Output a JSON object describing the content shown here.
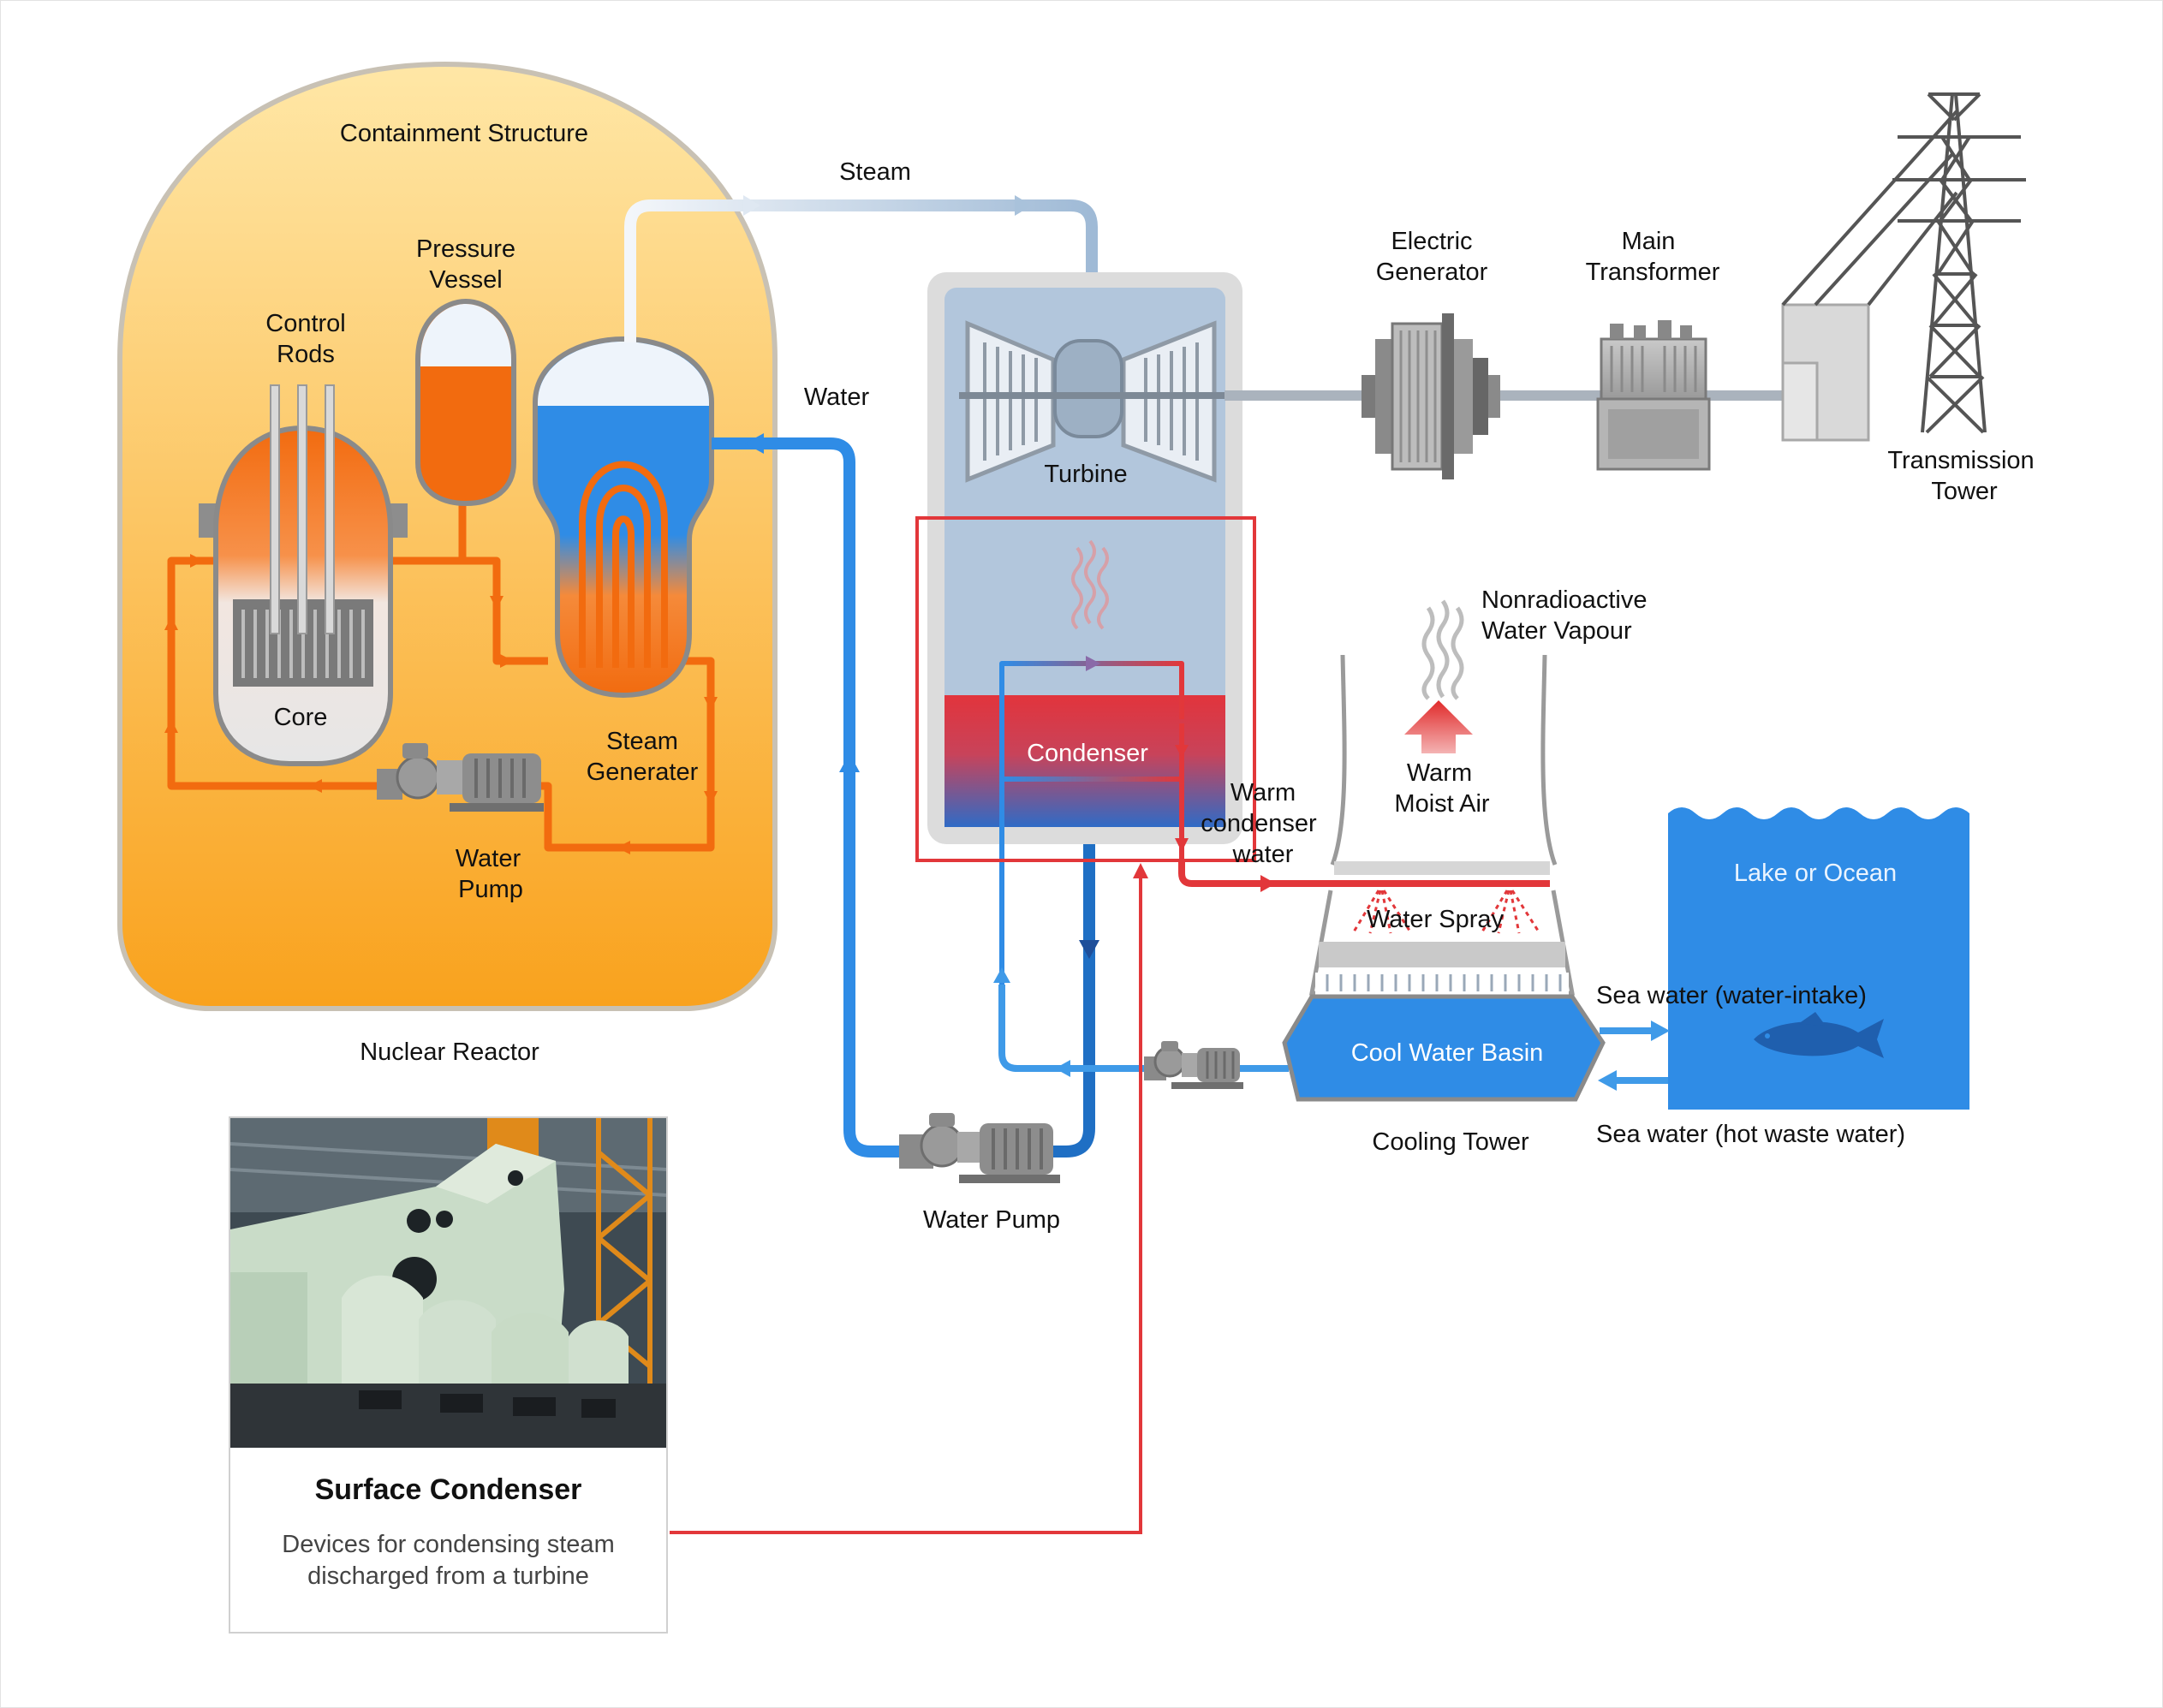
{
  "labels": {
    "containment_structure": "Containment Structure",
    "pressure_vessel_1": "Pressure",
    "pressure_vessel_2": "Vessel",
    "control_rods_1": "Control",
    "control_rods_2": "Rods",
    "core": "Core",
    "steam_generator_1": "Steam",
    "steam_generator_2": "Generater",
    "reactor_pump_1": "Water",
    "reactor_pump_2": "Pump",
    "nuclear_reactor": "Nuclear Reactor",
    "steam": "Steam",
    "water": "Water",
    "turbine": "Turbine",
    "condenser": "Condenser",
    "electric_generator_1": "Electric",
    "electric_generator_2": "Generator",
    "main_transformer_1": "Main",
    "main_transformer_2": "Transformer",
    "transmission_tower_1": "Transmission",
    "transmission_tower_2": "Tower",
    "vapour_1": "Nonradioactive",
    "vapour_2": "Water Vapour",
    "warm_air_1": "Warm",
    "warm_air_2": "Moist Air",
    "warm_condenser_1": "Warm",
    "warm_condenser_2": "condenser",
    "warm_condenser_3": "water",
    "water_spray": "Water Spray",
    "cool_water_basin": "Cool Water Basin",
    "cooling_tower": "Cooling Tower",
    "lake_or_ocean": "Lake or Ocean",
    "sea_water_intake": "Sea water (water-intake)",
    "sea_water_hot": "Sea water (hot waste water)",
    "main_water_pump": "Water Pump"
  },
  "card": {
    "title": "Surface Condenser",
    "description": "Devices for condensing steam discharged from a turbine"
  },
  "colors": {
    "containment_top": "#ffe39a",
    "containment_bottom": "#f9a21d",
    "reactor_orange": "#f26b0f",
    "water_blue": "#2f8ce6",
    "deep_blue": "#1f6fc4",
    "hot_red": "#e2373a",
    "ocean": "#2f8ce6",
    "steel_gray": "#8a8f95"
  }
}
